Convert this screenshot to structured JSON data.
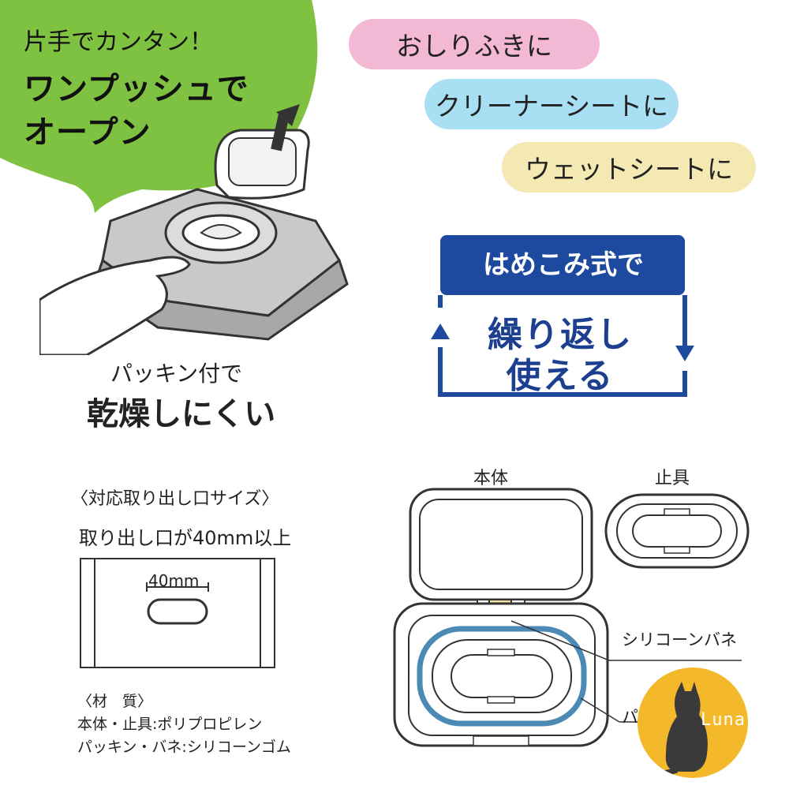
{
  "bubble": {
    "line1": "片手でカンタン！",
    "line2": "ワンプッシュで",
    "line3": "オープン",
    "color": "#7fc241"
  },
  "uses": [
    {
      "label": "おしりふきに",
      "color": "#f2b8d4"
    },
    {
      "label": "クリーナーシートに",
      "color": "#a9dff2"
    },
    {
      "label": "ウェットシートに",
      "color": "#f5e9b3"
    }
  ],
  "reuse": {
    "heading": "はめこみ式で",
    "body_line1": "繰り返し",
    "body_line2": "使える",
    "color": "#1d4a9e"
  },
  "gasket": {
    "line1": "パッキン付で",
    "line2": "乾燥しにくい"
  },
  "size": {
    "title": "〈対応取り出し口サイズ〉",
    "requirement": "取り出し口が40mm以上",
    "dimension": "40mm"
  },
  "material": {
    "title": "〈材　質〉",
    "line1": "本体・止具:ポリプロピレン",
    "line2": "パッキン・バネ:シリコーンゴム"
  },
  "parts": {
    "body": "本体",
    "stopper": "止具",
    "spring": "シリコーンバネ",
    "packing_partial": "パ"
  },
  "watermark": {
    "text": "Luna",
    "color": "#f4b92a"
  }
}
